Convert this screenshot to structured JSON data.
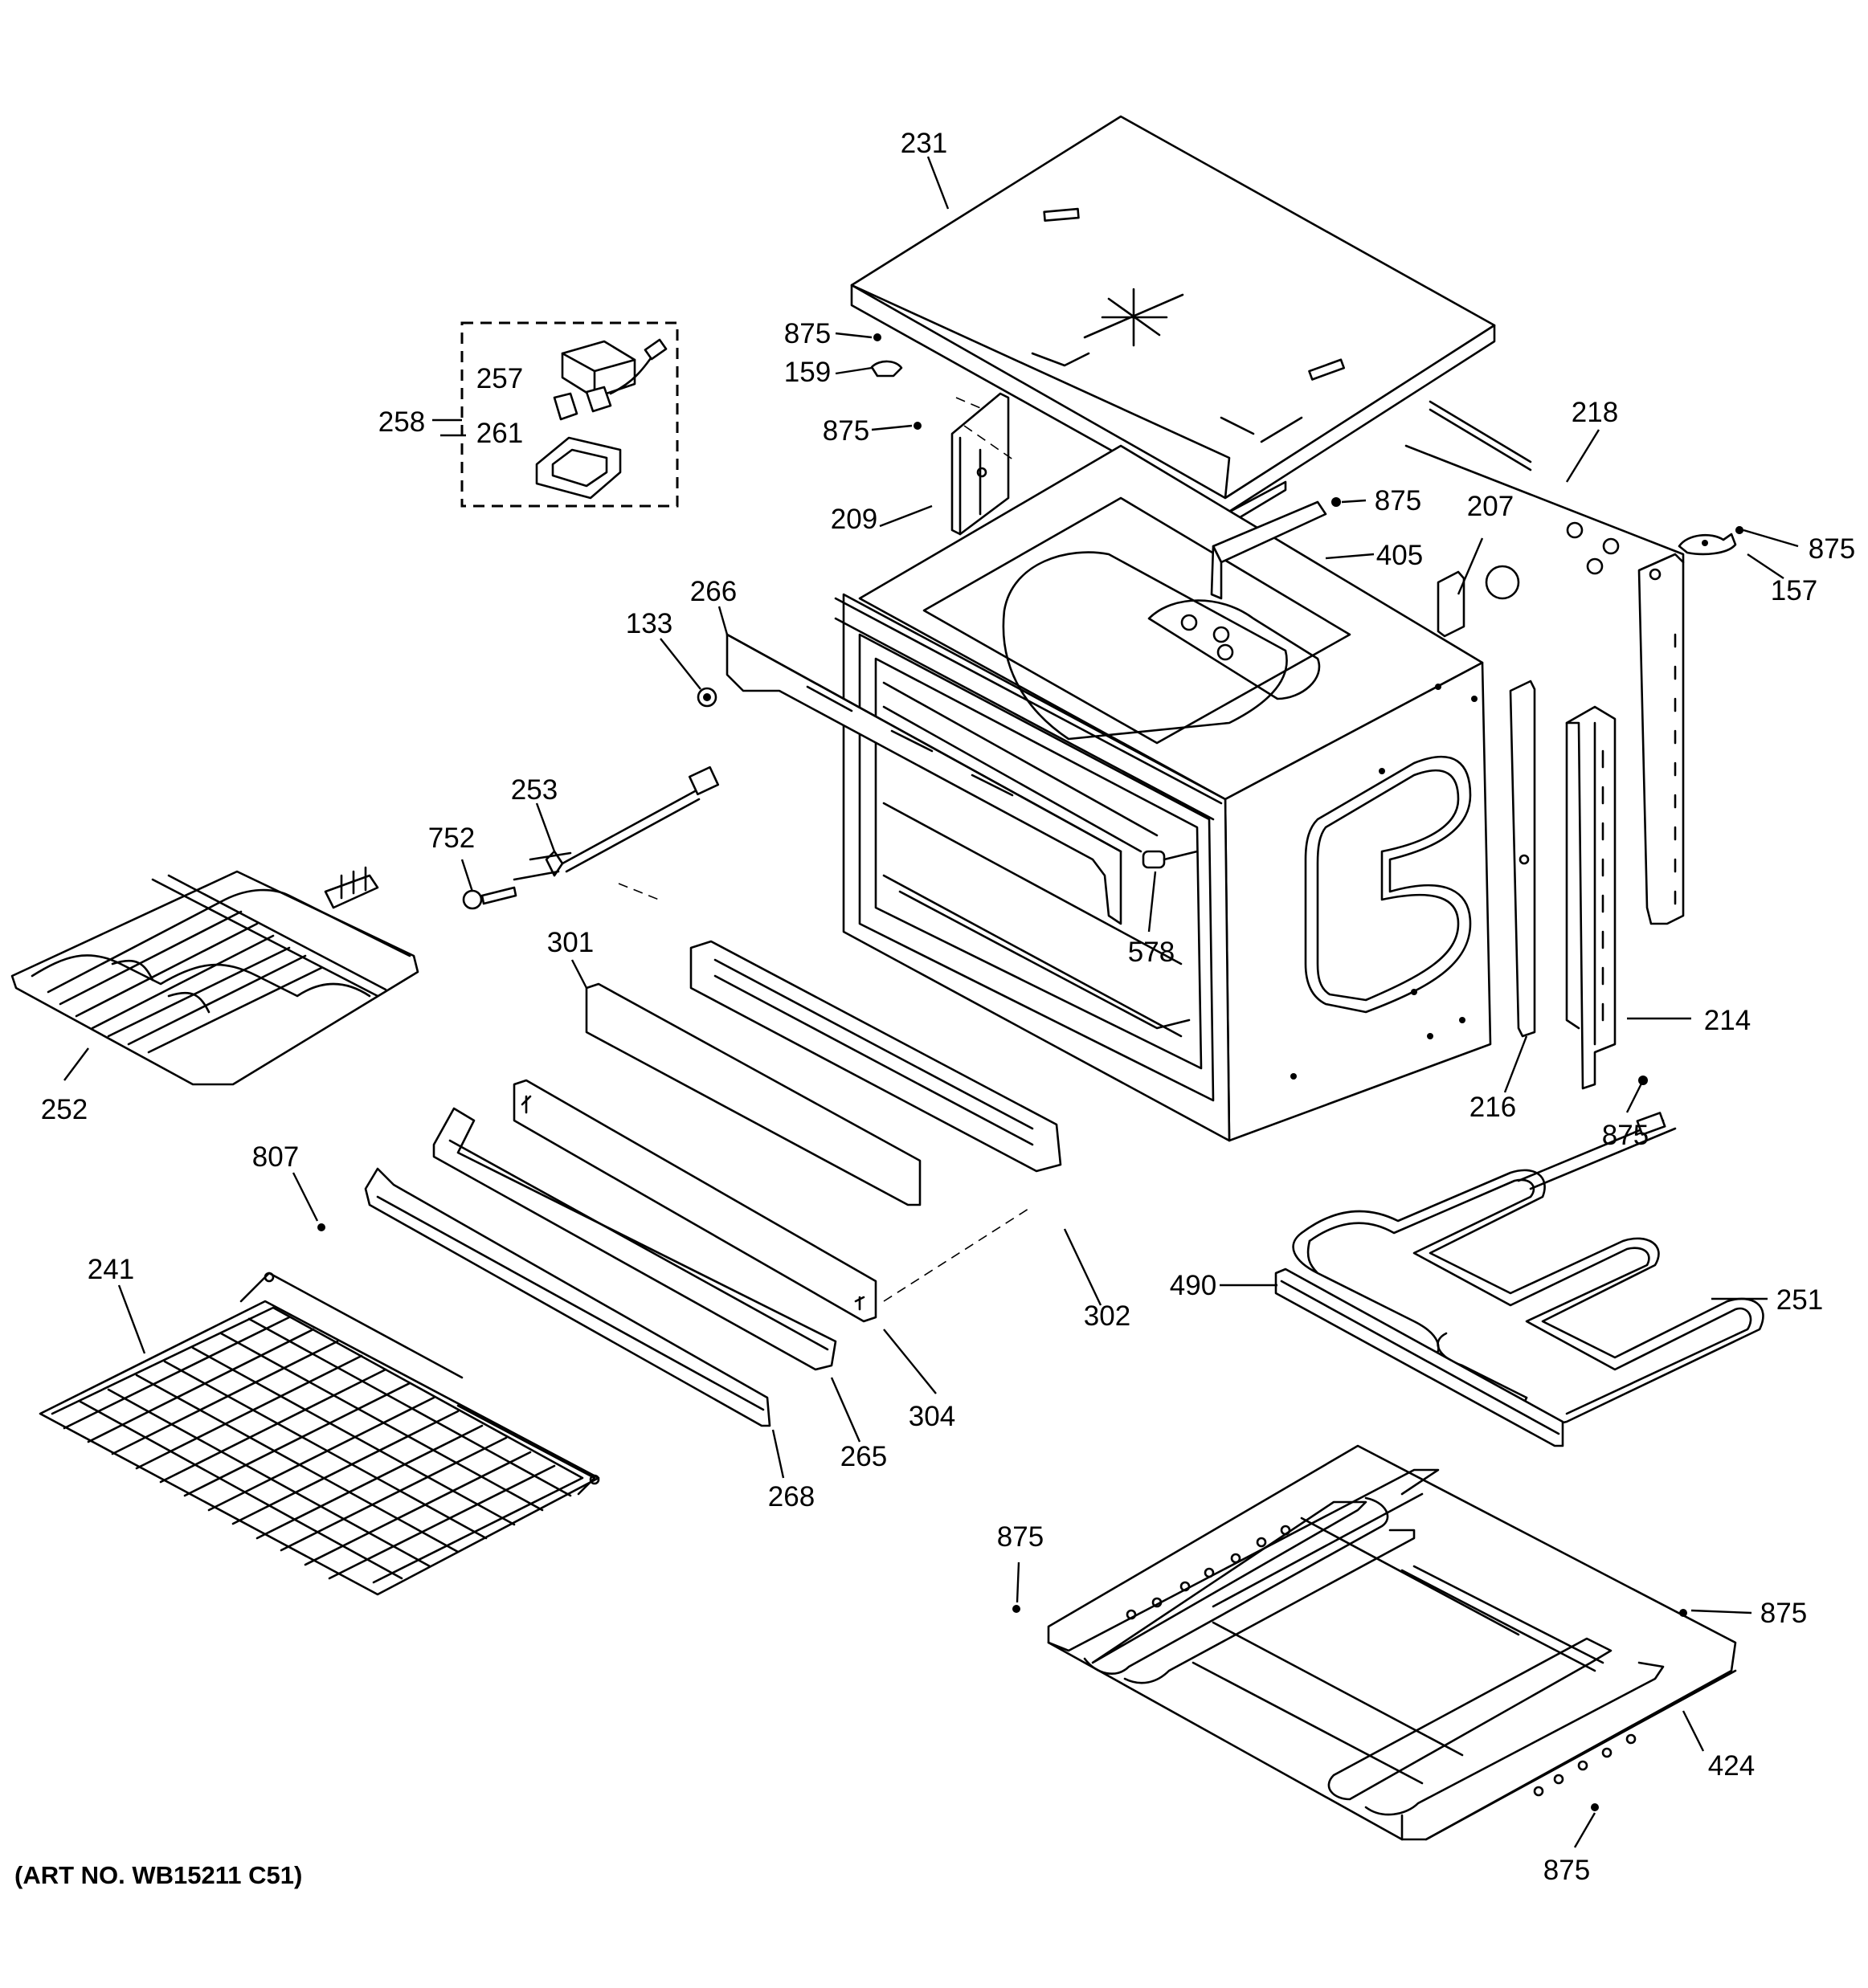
{
  "art_number": "(ART NO. WB15211 C51)",
  "labels": {
    "l231": "231",
    "l875_a": "875",
    "l159": "159",
    "l875_b": "875",
    "l257": "257",
    "l258": "258",
    "l261": "261",
    "l218": "218",
    "l875_c": "875",
    "l209": "209",
    "l405": "405",
    "l207": "207",
    "l875_d": "875",
    "l157": "157",
    "l266": "266",
    "l133": "133",
    "l253": "253",
    "l752": "752",
    "l578": "578",
    "l301": "301",
    "l252": "252",
    "l214": "214",
    "l216": "216",
    "l875_e": "875",
    "l807": "807",
    "l241": "241",
    "l302": "302",
    "l490": "490",
    "l251": "251",
    "l304": "304",
    "l265": "265",
    "l268": "268",
    "l875_f": "875",
    "l875_g": "875",
    "l424": "424",
    "l875_h": "875"
  }
}
